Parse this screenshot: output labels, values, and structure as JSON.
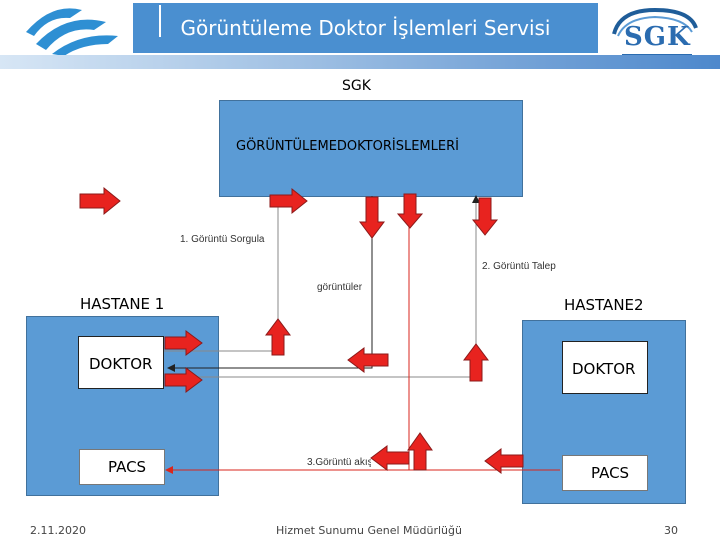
{
  "header": {
    "title": "Görüntüleme Doktor İşlemleri  Servisi",
    "logo_right_text": "SGK"
  },
  "sgk": {
    "label": "SGK",
    "box_text": "GÖRÜNTÜLEMEDOKTORİSLEMLERİ"
  },
  "hastane1": {
    "label": "HASTANE 1",
    "doktor": "DOKTOR",
    "pacs": "PACS"
  },
  "hastane2": {
    "label": "HASTANE2",
    "doktor": "DOKTOR",
    "pacs": "PACS"
  },
  "steps": {
    "step1": "1. Görüntü Sorgula",
    "goruntuler": "görüntüler",
    "step2": "2. Görüntü Talep",
    "step3": "3.Görüntü akışı"
  },
  "footer": {
    "date": "2.11.2020",
    "center": "Hizmet Sunumu Genel Müdürlüğü",
    "page": "30"
  },
  "colors": {
    "box_blue": "#5b9bd5",
    "header_blue": "#4a8fd0",
    "arrow_red": "#e8231f",
    "line_red": "#d9261c"
  }
}
